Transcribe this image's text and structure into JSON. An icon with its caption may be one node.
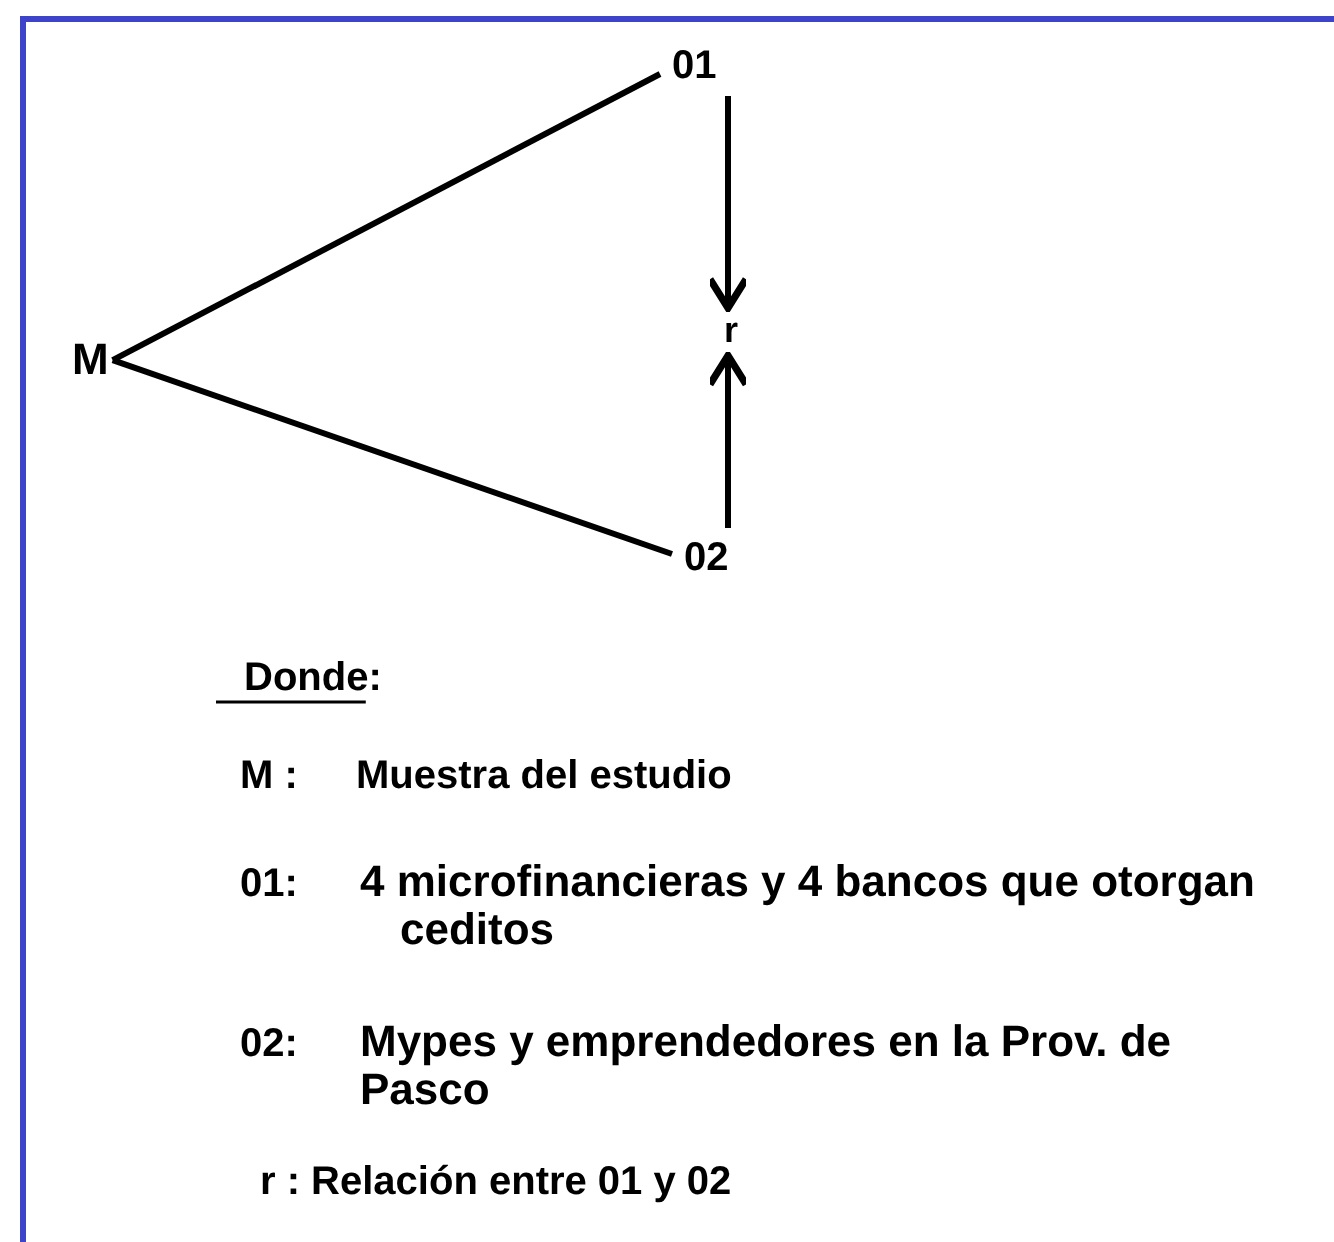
{
  "diagram": {
    "nodes": [
      {
        "text": [
          "M"
        ]
      },
      {
        "text": [
          "01"
        ]
      },
      {
        "text": [
          "r"
        ]
      },
      {
        "text": [
          "02"
        ]
      }
    ],
    "edges": [
      {
        "from": 0,
        "to": 1,
        "arrow": "none"
      },
      {
        "from": 0,
        "to": 3,
        "arrow": "none"
      },
      {
        "from": 1,
        "to": 2,
        "arrow": "to"
      },
      {
        "from": 3,
        "to": 2,
        "arrow": "to"
      }
    ],
    "labels": [
      "Donde:",
      "M :",
      "Muestra del estudio",
      "01:",
      "4 microfinancieras y 4 bancos que otorgan ceditos",
      "02:",
      "Mypes y emprendedores en la Prov. de Pasco",
      "r : Relación entre 01 y 02"
    ]
  }
}
